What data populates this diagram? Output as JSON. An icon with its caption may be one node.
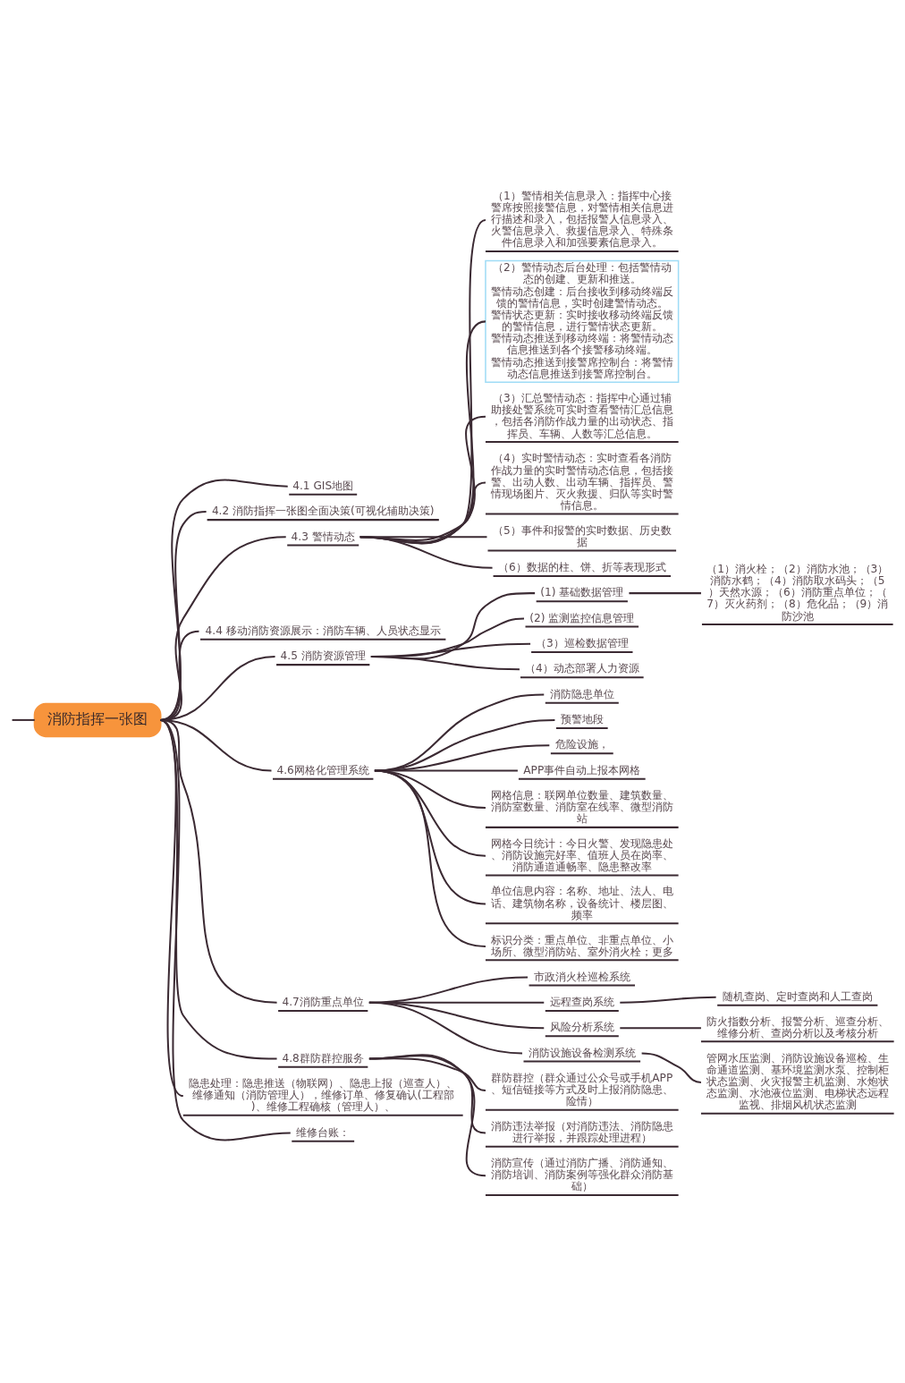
{
  "diagram": {
    "nodes": [
      {
        "text": [
          "消防指挥一张图"
        ]
      },
      {
        "text": [
          "4.1 GIS地图"
        ]
      },
      {
        "text": [
          "4.2 消防指挥一张图全面决策(可视化辅助决策)"
        ]
      },
      {
        "text": [
          "4.3 警情动态"
        ]
      },
      {
        "text": [
          "（1）警情相关信息录入：指挥中心接警席按照接警信息，对警情相关信息进行描述和录入，包括报警人信息录入、火警信息录入、救援信息录入、特殊条件信息录入和加强要素信息录入。"
        ]
      },
      {
        "text": [
          "（2）警情动态后台处理：包括警情动态的创建、更新和推送。",
          "警情动态创建：后台接收到移动终端反馈的警情信息，实时创建警情动态。",
          "警情状态更新：实时接收移动终端反馈的警情信息，进行警情状态更新。",
          "警情动态推送到移动终端：将警情动态信息推送到各个接警移动终端。",
          "警情动态推送到接警席控制台：将警情动态信息推送到接警席控制台。"
        ]
      },
      {
        "text": [
          "（3）汇总警情动态：指挥中心通过辅助接处警系统可实时查看警情汇总信息，包括各消防作战力量的出动状态、指挥员、车辆、人数等汇总信息。"
        ]
      },
      {
        "text": [
          "（4）实时警情动态：实时查看各消防作战力量的实时警情动态信息，包括接警、出动人数、出动车辆、指挥员、警情现场图片、灭火救援、归队等实时警情信息。"
        ]
      },
      {
        "text": [
          "（5）事件和报警的实时数据、历史数据"
        ]
      },
      {
        "text": [
          "（6）数据的柱、饼、折等表现形式"
        ]
      },
      {
        "text": [
          "4.4 移动消防资源展示：消防车辆、人员状态显示"
        ]
      },
      {
        "text": [
          "4.5 消防资源管理"
        ]
      },
      {
        "text": [
          "(1) 基础数据管理"
        ]
      },
      {
        "text": [
          "（1）消火栓；（2）消防水池；（3）消防水鹤；（4）消防取水码头；（5）天然水源；（6）消防重点单位；（7）灭火药剂；（8）危化品；（9）消防沙池"
        ]
      },
      {
        "text": [
          "(2) 监测监控信息管理"
        ]
      },
      {
        "text": [
          "（3）巡检数据管理"
        ]
      },
      {
        "text": [
          "（4）动态部署人力资源"
        ]
      },
      {
        "text": [
          "4.6网格化管理系统"
        ]
      },
      {
        "text": [
          "消防隐患单位"
        ]
      },
      {
        "text": [
          "预警地段"
        ]
      },
      {
        "text": [
          "危险设施，"
        ]
      },
      {
        "text": [
          "APP事件自动上报本网格"
        ]
      },
      {
        "text": [
          "网格信息：联网单位数量、建筑数量、消防室数量、消防室在线率、微型消防站"
        ]
      },
      {
        "text": [
          "网格今日统计：今日火警、发现隐患处、消防设施完好率、值班人员在岗率、消防通道通畅率、隐患整改率"
        ]
      },
      {
        "text": [
          "单位信息内容：名称、地址、法人、电话、建筑物名称，设备统计、楼层图、频率"
        ]
      },
      {
        "text": [
          "标识分类：重点单位、非重点单位、小场所、微型消防站、室外消火栓；更多"
        ]
      },
      {
        "text": [
          "4.7消防重点单位"
        ]
      },
      {
        "text": [
          "市政消火栓巡检系统"
        ]
      },
      {
        "text": [
          "远程查岗系统"
        ]
      },
      {
        "text": [
          "随机查岗、定时查岗和人工查岗"
        ]
      },
      {
        "text": [
          "风险分析系统"
        ]
      },
      {
        "text": [
          "防火指数分析、报警分析、巡查分析、维修分析、查岗分析以及考核分析"
        ]
      },
      {
        "text": [
          "消防设施设备检测系统"
        ]
      },
      {
        "text": [
          "管网水压监测、消防设施设备巡检、生命通道监测、基环境监测水泵、控制柜状态监测、火灾报警主机监测、水炮状态监测、水池液位监测、电梯状态远程监视、排烟风机状态监测"
        ]
      },
      {
        "text": [
          "4.8群防群控服务"
        ]
      },
      {
        "text": [
          "群防群控（群众通过公众号或手机APP、短信链接等方式及时上报消防隐患、险情）"
        ]
      },
      {
        "text": [
          "消防违法举报（对消防违法、消防隐患进行举报，并跟踪处理进程）"
        ]
      },
      {
        "text": [
          "消防宣传（通过消防广播、消防通知、消防培训、消防案例等强化群众消防基础）"
        ]
      },
      {
        "text": [
          "隐患处理：隐患推送（物联网）、隐患上报（巡查人）、维修通知（消防管理人），维修订单、修复确认(工程部)、维修工程确核（管理人）、"
        ]
      },
      {
        "text": [
          "维修台账："
        ]
      }
    ],
    "edges": [
      {
        "from": null,
        "to": 0,
        "arrow": "none"
      },
      {
        "from": 0,
        "to": 1,
        "arrow": "none"
      },
      {
        "from": 0,
        "to": 2,
        "arrow": "none"
      },
      {
        "from": 0,
        "to": 3,
        "arrow": "none"
      },
      {
        "from": 3,
        "to": 4,
        "arrow": "none"
      },
      {
        "from": 3,
        "to": 5,
        "arrow": "none"
      },
      {
        "from": 3,
        "to": 6,
        "arrow": "none"
      },
      {
        "from": 3,
        "to": 7,
        "arrow": "none"
      },
      {
        "from": 3,
        "to": 8,
        "arrow": "none"
      },
      {
        "from": 3,
        "to": 9,
        "arrow": "none"
      },
      {
        "from": 0,
        "to": 10,
        "arrow": "none"
      },
      {
        "from": 0,
        "to": 11,
        "arrow": "none"
      },
      {
        "from": 11,
        "to": 12,
        "arrow": "none"
      },
      {
        "from": 12,
        "to": 13,
        "arrow": "none"
      },
      {
        "from": 11,
        "to": 14,
        "arrow": "none"
      },
      {
        "from": 11,
        "to": 15,
        "arrow": "none"
      },
      {
        "from": 11,
        "to": 16,
        "arrow": "none"
      },
      {
        "from": 0,
        "to": 17,
        "arrow": "none"
      },
      {
        "from": 17,
        "to": 18,
        "arrow": "none"
      },
      {
        "from": 17,
        "to": 19,
        "arrow": "none"
      },
      {
        "from": 17,
        "to": 20,
        "arrow": "none"
      },
      {
        "from": 17,
        "to": 21,
        "arrow": "none"
      },
      {
        "from": 17,
        "to": 22,
        "arrow": "none"
      },
      {
        "from": 17,
        "to": 23,
        "arrow": "none"
      },
      {
        "from": 17,
        "to": 24,
        "arrow": "none"
      },
      {
        "from": 17,
        "to": 25,
        "arrow": "none"
      },
      {
        "from": 0,
        "to": 26,
        "arrow": "none"
      },
      {
        "from": 26,
        "to": 27,
        "arrow": "none"
      },
      {
        "from": 26,
        "to": 28,
        "arrow": "none"
      },
      {
        "from": 28,
        "to": 29,
        "arrow": "none"
      },
      {
        "from": 26,
        "to": 30,
        "arrow": "none"
      },
      {
        "from": 30,
        "to": 31,
        "arrow": "none"
      },
      {
        "from": 26,
        "to": 32,
        "arrow": "none"
      },
      {
        "from": 32,
        "to": 33,
        "arrow": "none"
      },
      {
        "from": 0,
        "to": 34,
        "arrow": "none"
      },
      {
        "from": 34,
        "to": 35,
        "arrow": "none"
      },
      {
        "from": 34,
        "to": 36,
        "arrow": "none"
      },
      {
        "from": 34,
        "to": 37,
        "arrow": "none"
      },
      {
        "from": 0,
        "to": 38,
        "arrow": "none"
      },
      {
        "from": 0,
        "to": 39,
        "arrow": "none"
      }
    ]
  }
}
